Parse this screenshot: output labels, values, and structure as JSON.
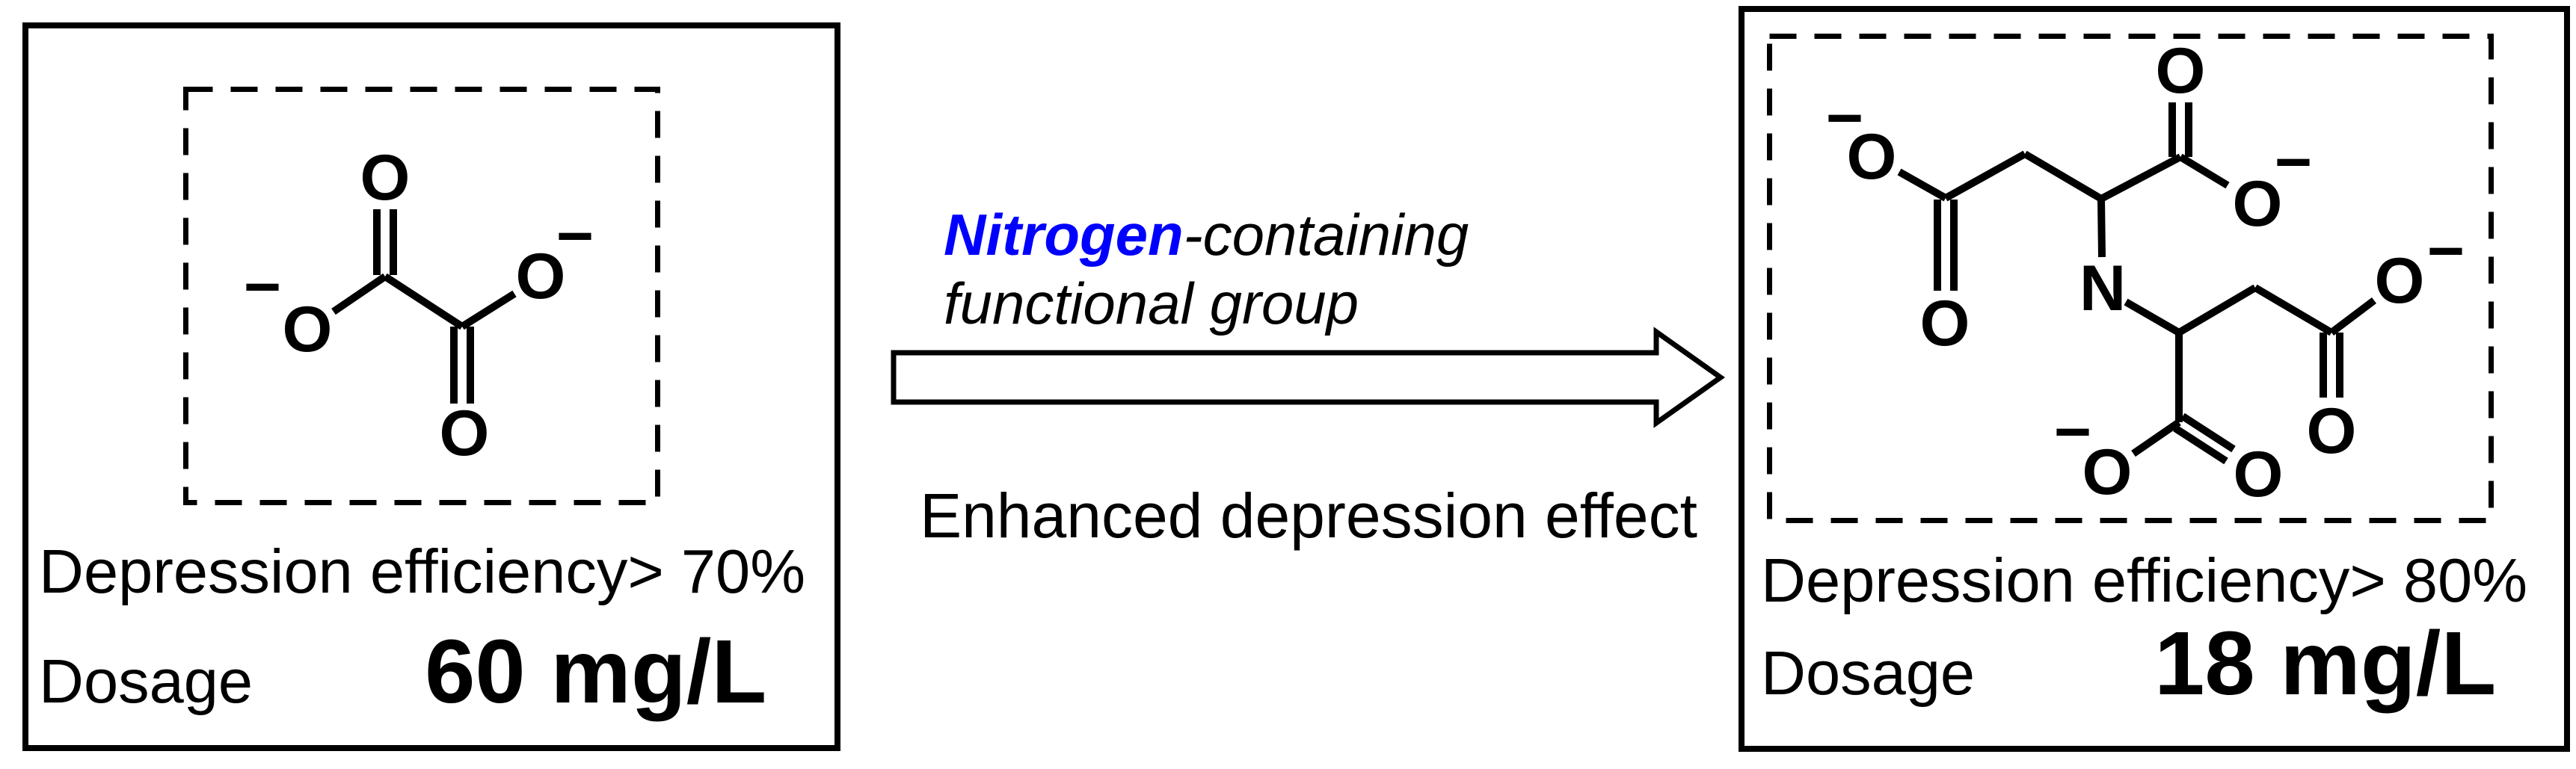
{
  "panels": {
    "left": {
      "efficiency_text": "Depression efficiency> 70%",
      "dosage_label": "Dosage",
      "dosage_value": "60 mg/L"
    },
    "right": {
      "efficiency_text": "Depression efficiency> 80%",
      "dosage_label": "Dosage",
      "dosage_value": "18 mg/L"
    }
  },
  "middle": {
    "highlight": "Nitrogen",
    "line1_rest": "-containing",
    "line2": "functional group",
    "caption": "Enhanced depression effect"
  },
  "atoms": {
    "oxygen": "O",
    "nitrogen": "N",
    "minus": "−"
  },
  "colors": {
    "nitrogen_blue": "#0000FF",
    "ink": "#000000"
  }
}
